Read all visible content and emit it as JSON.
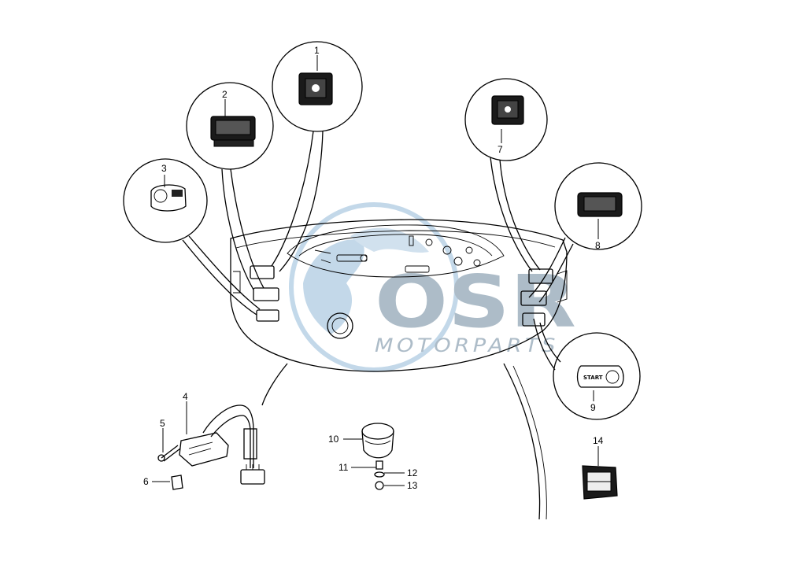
{
  "watermark": {
    "brand": "OSR",
    "subtitle": "MOTORPARTS"
  },
  "switch_labels": {
    "start": "START"
  },
  "callouts": [
    "1",
    "2",
    "3",
    "4",
    "5",
    "6",
    "7",
    "8",
    "9",
    "10",
    "11",
    "12",
    "13",
    "14"
  ],
  "colors": {
    "line": "#000000",
    "watermark": "#9fb1bf",
    "background": "#ffffff"
  }
}
